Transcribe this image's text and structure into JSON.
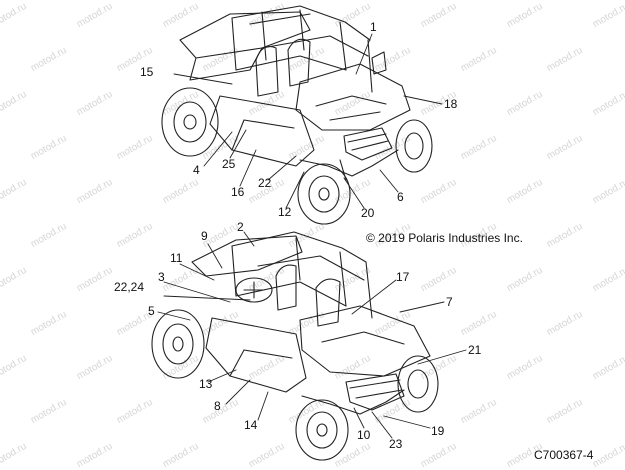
{
  "figure_code": "C700367-4",
  "copyright": "© 2019 Polaris Industries Inc.",
  "watermark_text": "motod.ru",
  "line_color": "#222222",
  "callouts_top": [
    "1",
    "15",
    "18",
    "4",
    "25",
    "16",
    "22",
    "12",
    "20",
    "6"
  ],
  "callouts_bottom": [
    "9",
    "2",
    "11",
    "3",
    "22,24",
    "5",
    "17",
    "7",
    "21",
    "13",
    "8",
    "14",
    "10",
    "23",
    "19"
  ]
}
